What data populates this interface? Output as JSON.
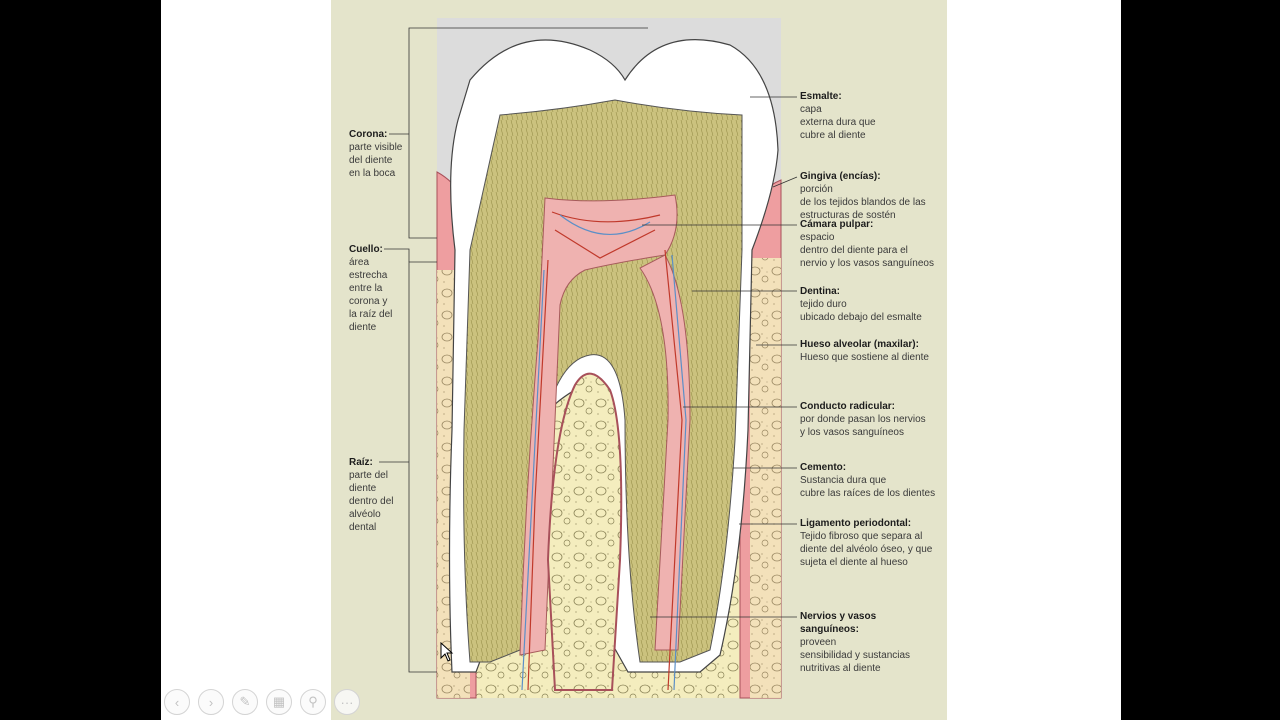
{
  "labels": {
    "corona": {
      "title": "Corona:",
      "desc": "parte visible\ndel diente\nen la boca"
    },
    "cuello": {
      "title": "Cuello:",
      "desc": "área\nestrecha\nentre la\ncorona y\nla raíz del\ndiente"
    },
    "raiz": {
      "title": "Raíz:",
      "desc": "parte del\ndiente\ndentro del\nalvéolo\ndental"
    },
    "esmalte": {
      "title": "Esmalte:",
      "desc": "capa\nexterna dura que\ncubre al diente"
    },
    "gingiva": {
      "title": "Gingiva (encías):",
      "desc": "porción\nde los tejidos blandos de las\nestructuras de sostén"
    },
    "camara": {
      "title": "Cámara pulpar:",
      "desc": "espacio\ndentro del diente para el\nnervio y los vasos sanguíneos"
    },
    "dentina": {
      "title": "Dentina:",
      "desc": "tejido duro\nubicado debajo del esmalte"
    },
    "hueso": {
      "title": "Hueso alveolar (maxilar):",
      "desc": "Hueso que sostiene al diente"
    },
    "conducto": {
      "title": "Conducto radicular:",
      "desc": "por donde pasan los nervios\ny los vasos sanguíneos"
    },
    "cemento": {
      "title": "Cemento:",
      "desc": "Sustancia dura que\ncubre las raíces de los dientes"
    },
    "ligamento": {
      "title": "Ligamento periodontal:",
      "desc": "Tejido fibroso que separa al\ndiente del alvéolo óseo, y que\nsujeta el diente al hueso"
    },
    "nervios": {
      "title": "Nervios y vasos\nsanguíneos:",
      "desc": "proveen\nsensibilidad y sustancias\nnutritivas al diente"
    }
  },
  "toolbar": {
    "prev": "‹",
    "next": "›",
    "pen": "✎",
    "slides": "▦",
    "zoom": "⚲",
    "more": "···"
  },
  "icons": {
    "prev": "chevron-left-icon",
    "next": "chevron-right-icon",
    "pen": "pen-icon",
    "slides": "slides-icon",
    "zoom": "zoom-icon",
    "more": "more-icon",
    "cursor": "mouse-cursor-icon"
  },
  "colors": {
    "panel": "#e4e4cb",
    "enamel": "#ffffff",
    "dentin": "#c9c07a",
    "pulp": "#efb2b0",
    "gum": "#ee9ea0",
    "bone": "#f4edbe",
    "vessel_red": "#c0392b",
    "vessel_blue": "#5b8fc7"
  }
}
